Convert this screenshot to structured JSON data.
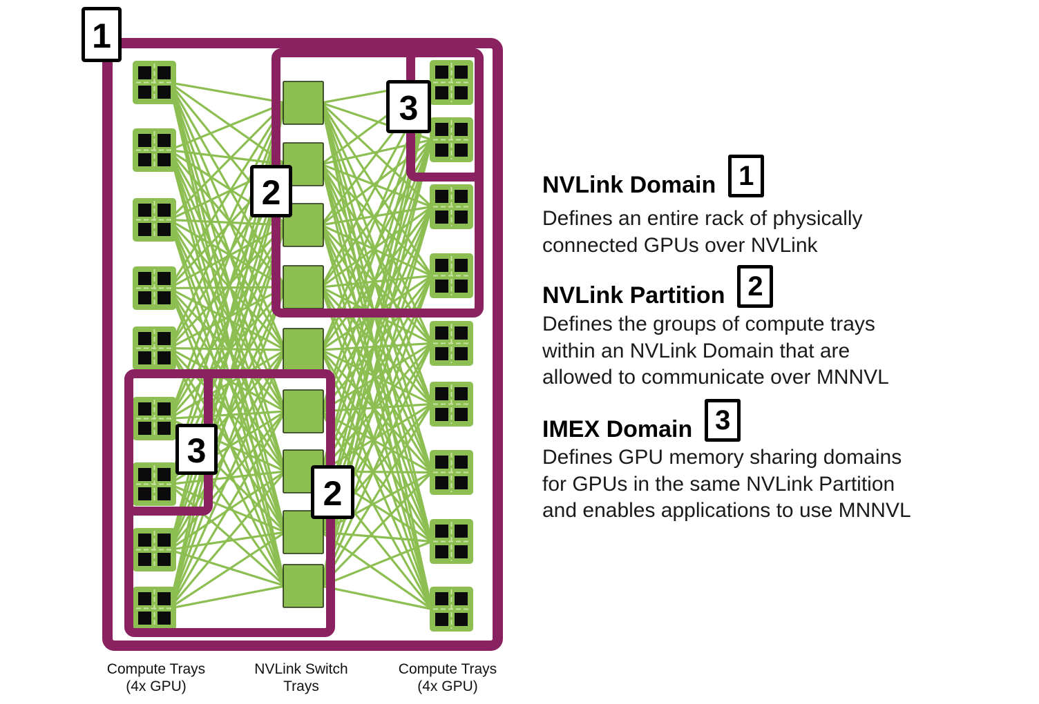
{
  "diagram": {
    "column_labels": [
      {
        "line1": "Compute Trays",
        "line2": "(4x GPU)"
      },
      {
        "line1": "NVLink Switch",
        "line2": "Trays"
      },
      {
        "line1": "Compute Trays",
        "line2": "(4x GPU)"
      }
    ],
    "badges": {
      "domain": "1",
      "partition": "2",
      "imex": "3"
    },
    "counts": {
      "left_compute_trays": 9,
      "switch_trays": 9,
      "right_compute_trays": 9,
      "gpus_per_tray": 4
    },
    "partitions": {
      "upper": {
        "switch_trays": "1-4",
        "right_compute_trays": "1-4"
      },
      "lower": {
        "left_compute_trays": "6-9",
        "switch_trays": "6-9"
      }
    },
    "imex_domains": {
      "upper_right": {
        "right_compute_trays": "1-2"
      },
      "lower_left": {
        "left_compute_trays": "6-7"
      }
    },
    "colors": {
      "purple": "#8A2262",
      "green": "#8CBE52",
      "tray_black": "#0b0b0b",
      "tray_cross": "#c8e2a2",
      "background": "#ffffff",
      "text": "#1a1a1a"
    }
  },
  "legend": {
    "sections": [
      {
        "title": "NVLink Domain",
        "badge": "1",
        "body": [
          "Defines an entire rack of physically",
          "connected GPUs over NVLink"
        ]
      },
      {
        "title": "NVLink Partition",
        "badge": "2",
        "body": [
          "Defines the groups of compute trays",
          "within an NVLink Domain that are",
          "allowed to communicate over MNNVL"
        ]
      },
      {
        "title": "IMEX Domain",
        "badge": "3",
        "body": [
          "Defines GPU memory sharing domains",
          "for GPUs in the same NVLink Partition",
          "and enables applications to use MNNVL"
        ]
      }
    ]
  }
}
